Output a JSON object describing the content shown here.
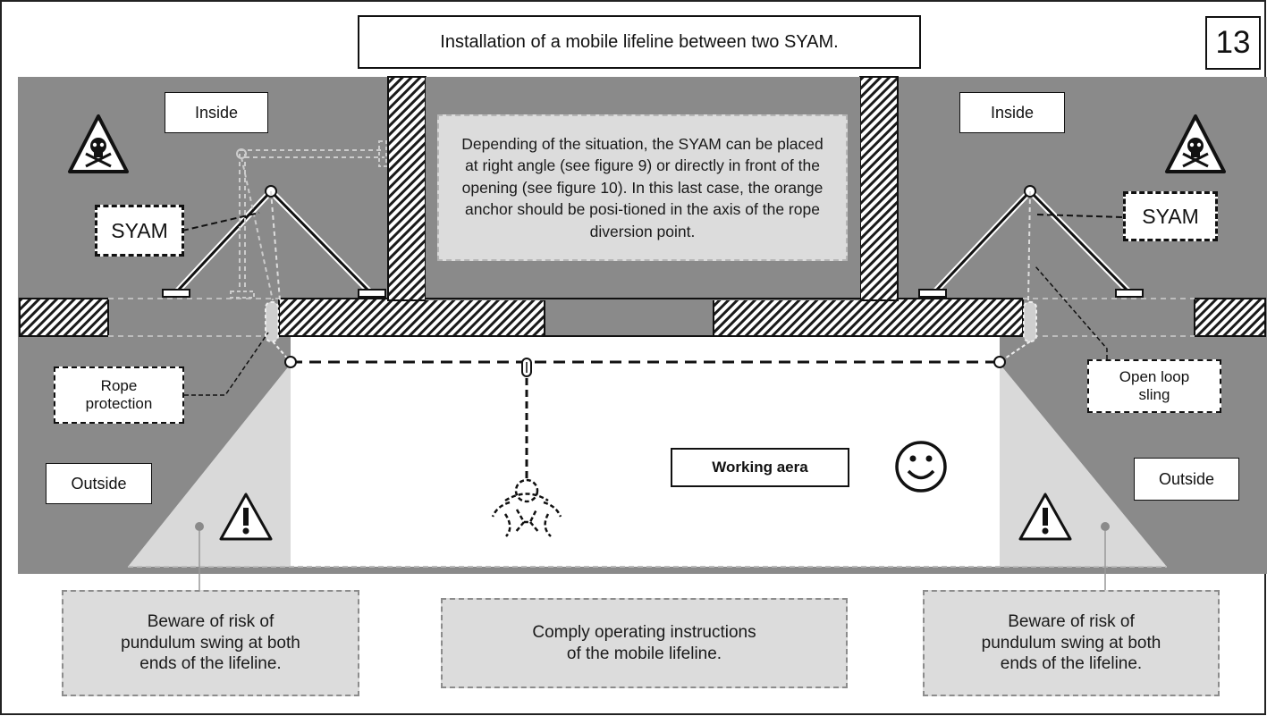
{
  "title": "Installation of a mobile lifeline between two SYAM.",
  "figure_number": "13",
  "labels": {
    "inside_left": "Inside",
    "inside_right": "Inside",
    "syam_left": "SYAM",
    "syam_right": "SYAM",
    "rope_protection": "Rope\nprotection",
    "open_loop_sling": "Open loop\nsling",
    "outside_left": "Outside",
    "outside_right": "Outside",
    "working_area": "Working aera"
  },
  "notes": {
    "center_top": "Depending of the situation, the SYAM can be placed at right angle (see figure 9) or directly in front of the opening (see figure 10). In this last case, the orange anchor should be posi-tioned in the axis of the rope diversion point.",
    "bottom_left": "Beware of risk of\npundulum swing at both\nends of the lifeline.",
    "bottom_center": "Comply operating instructions\nof the mobile lifeline.",
    "bottom_right": "Beware of risk of\npundulum swing at both\nends of the lifeline."
  },
  "icons": [
    "skull-warning-icon",
    "skull-warning-icon",
    "warning-icon",
    "warning-icon",
    "smiley-icon",
    "worker-icon",
    "carabiner-icon"
  ],
  "colors": {
    "background_dark": "#8a8a8a",
    "pendulum_zone": "#d9d9d9",
    "work_area": "#ffffff",
    "note_fill": "#dcdcdc"
  }
}
